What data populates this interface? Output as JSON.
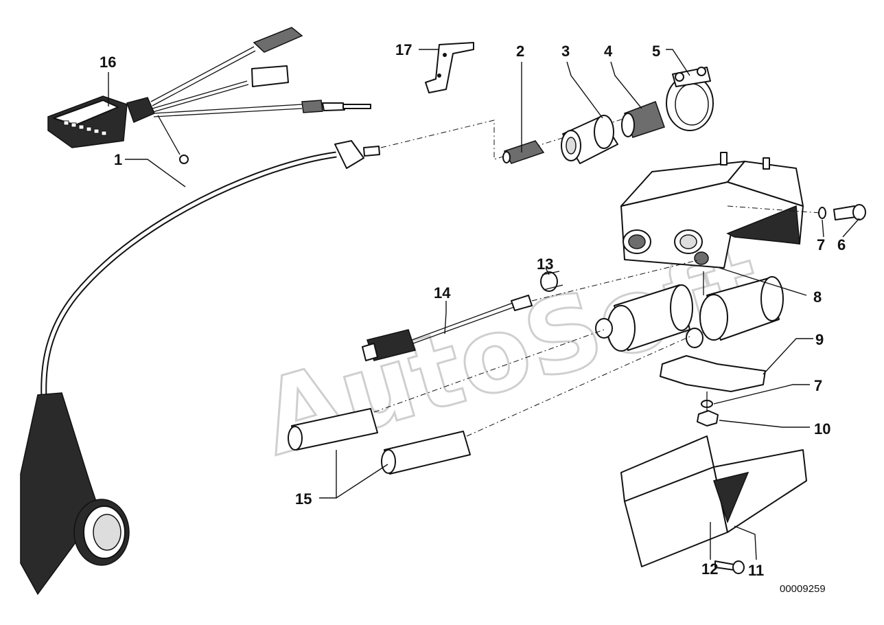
{
  "watermark": "AutoSoft",
  "doc_id": "00009259",
  "labels": {
    "p1": "1",
    "p2": "2",
    "p3": "3",
    "p4": "4",
    "p5": "5",
    "p6": "6",
    "p7a": "7",
    "p7b": "7",
    "p8": "8",
    "p9": "9",
    "p10": "10",
    "p11": "11",
    "p12": "12",
    "p13": "13",
    "p14": "14",
    "p15": "15",
    "p16": "16",
    "p17": "17"
  }
}
